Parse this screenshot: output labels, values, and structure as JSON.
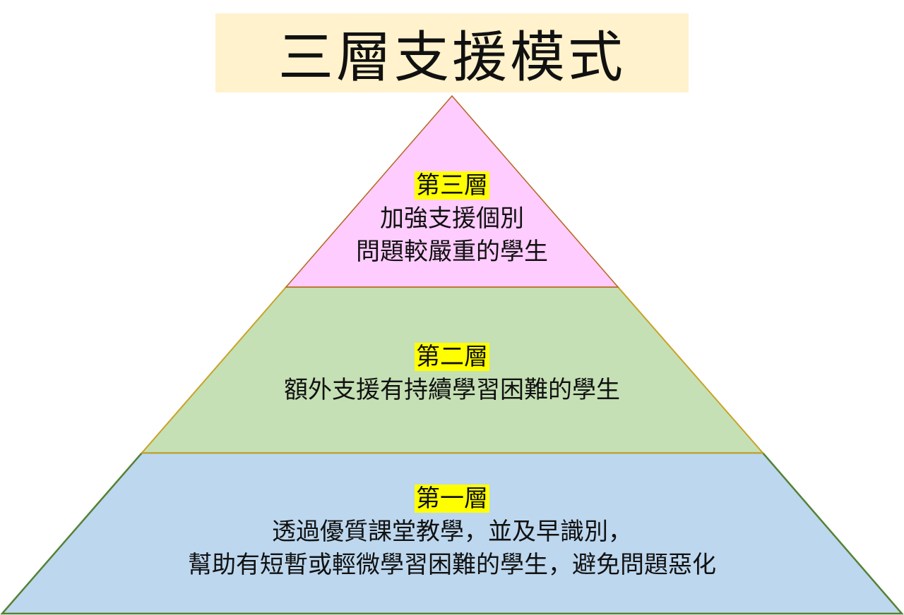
{
  "title": "三層支援模式",
  "tiers": [
    {
      "label": "第三層",
      "lines": [
        "加強支援個別",
        "問題較嚴重的學生"
      ],
      "fill": "#ffccff",
      "stroke": "#b5651d"
    },
    {
      "label": "第二層",
      "lines": [
        "額外支援有持續學習困難的學生"
      ],
      "fill": "#c5e0b4",
      "stroke": "#c9a227"
    },
    {
      "label": "第一層",
      "lines": [
        "透過優質課堂教學，並及早識別，",
        "幫助有短暫或輕微學習困難的學生，避免問題惡化"
      ],
      "fill": "#bdd7ee",
      "stroke": "#548235"
    }
  ]
}
